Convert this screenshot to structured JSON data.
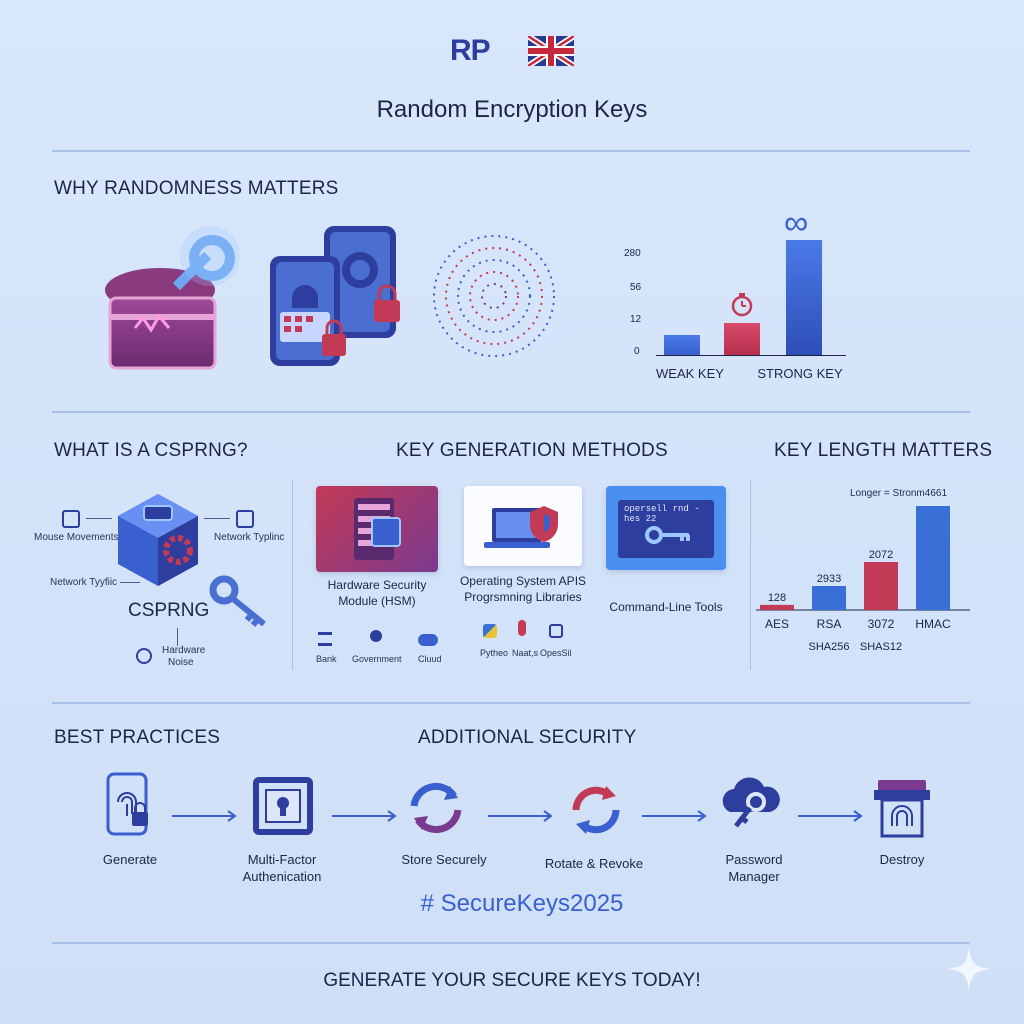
{
  "logo": {
    "text": "RP"
  },
  "title": "Random Encryption Keys",
  "why": {
    "heading": "WHY RANDOMNESS MATTERS",
    "chart": {
      "ticks": [
        "280",
        "56",
        "12",
        "0"
      ],
      "categories": [
        "WEAK KEY",
        "STRONG KEY"
      ],
      "infinity": "∞"
    }
  },
  "cspnrg": {
    "heading": "WHAT IS A CSPRNG?",
    "center_label": "CSPRNG",
    "inputs": [
      "Mouse Movements",
      "Network Typlinc",
      "Network Tyyfiic",
      "Hardware",
      "Noise"
    ]
  },
  "methods": {
    "heading": "KEY GENERATION METHODS",
    "cards": [
      {
        "label1": "Hardware Security",
        "label2": "Module (HSM)"
      },
      {
        "label1": "Operating System APIS",
        "label2": "Progrsmning Libraries"
      },
      {
        "label1": "Command-Line Tools",
        "terminal": "opersell rnd - hes 22"
      }
    ],
    "hsm_uses": [
      "Bank",
      "Government",
      "Cluud"
    ],
    "libs": [
      "Pytheo",
      "Naat,s",
      "OpesSil"
    ]
  },
  "keylength": {
    "heading": "KEY LENGTH MATTERS",
    "longer": "Longer = Stronm4661",
    "chart_data": {
      "type": "bar",
      "categories": [
        "AES",
        "RSA",
        "3072",
        "HMAC"
      ],
      "value_labels": [
        "128",
        "2933",
        "2072",
        ""
      ],
      "sub_labels": [
        "SHA256",
        "SHAS12"
      ],
      "values": [
        128,
        600,
        1200,
        2600
      ],
      "colors": [
        "#c23a55",
        "#3a6fd8",
        "#c23a55",
        "#3a6fd8"
      ]
    }
  },
  "best": {
    "heading": "BEST PRACTICES",
    "heading2": "ADDITIONAL SECURITY",
    "steps": [
      {
        "label1": "Generate",
        "label2": ""
      },
      {
        "label1": "Multi-Factor",
        "label2": "Authenication"
      },
      {
        "label1": "Store Securely",
        "label2": ""
      },
      {
        "label1": "Rotate & Revoke",
        "label2": ""
      },
      {
        "label1": "Password",
        "label2": "Manager"
      },
      {
        "label1": "Destroy",
        "label2": ""
      }
    ],
    "hashtag": "# SecureKeys2025"
  },
  "cta": "GENERATE YOUR SECURE KEYS TODAY!",
  "colors": {
    "accent_blue": "#3a5fcf",
    "accent_red": "#c23a55",
    "purple": "#7a3a8f"
  }
}
